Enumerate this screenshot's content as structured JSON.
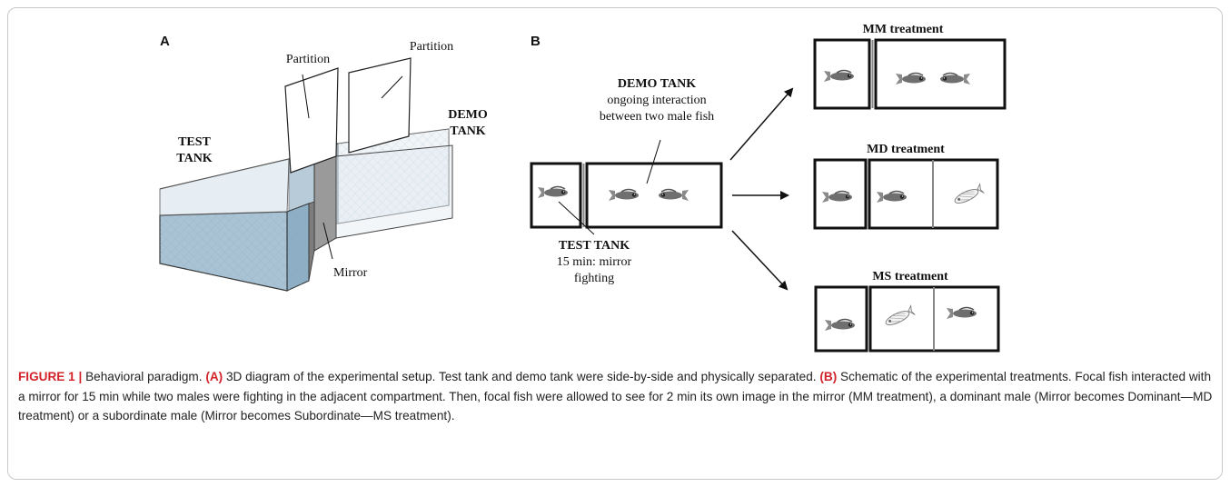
{
  "panel_a": {
    "label": "A",
    "partition_left": "Partition",
    "partition_right": "Partition",
    "test_tank": [
      "TEST",
      "TANK"
    ],
    "demo_tank": [
      "DEMO",
      "TANK"
    ],
    "mirror": "Mirror"
  },
  "panel_b": {
    "label": "B",
    "demo_title": "DEMO TANK",
    "demo_line1": "ongoing interaction",
    "demo_line2": "between two male fish",
    "test_title": "TEST TANK",
    "test_line1": "15 min: mirror",
    "test_line2": "fighting",
    "mm": "MM treatment",
    "md": "MD treatment",
    "ms": "MS treatment"
  },
  "caption": {
    "label": "FIGURE 1",
    "sep": "|",
    "title": "Behavioral paradigm.",
    "a_label": "(A)",
    "a_text": "3D diagram of the experimental setup. Test tank and demo tank were side-by-side and physically separated.",
    "b_label": "(B)",
    "b_text": "Schematic of the experimental treatments. Focal fish interacted with a mirror for 15 min while two males were fighting in the adjacent compartment. Then, focal fish were allowed to see for 2 min its own image in the mirror (MM treatment), a dominant male (Mirror becomes Dominant—MD treatment) or a subordinate male (Mirror becomes Subordinate—MS treatment)."
  }
}
